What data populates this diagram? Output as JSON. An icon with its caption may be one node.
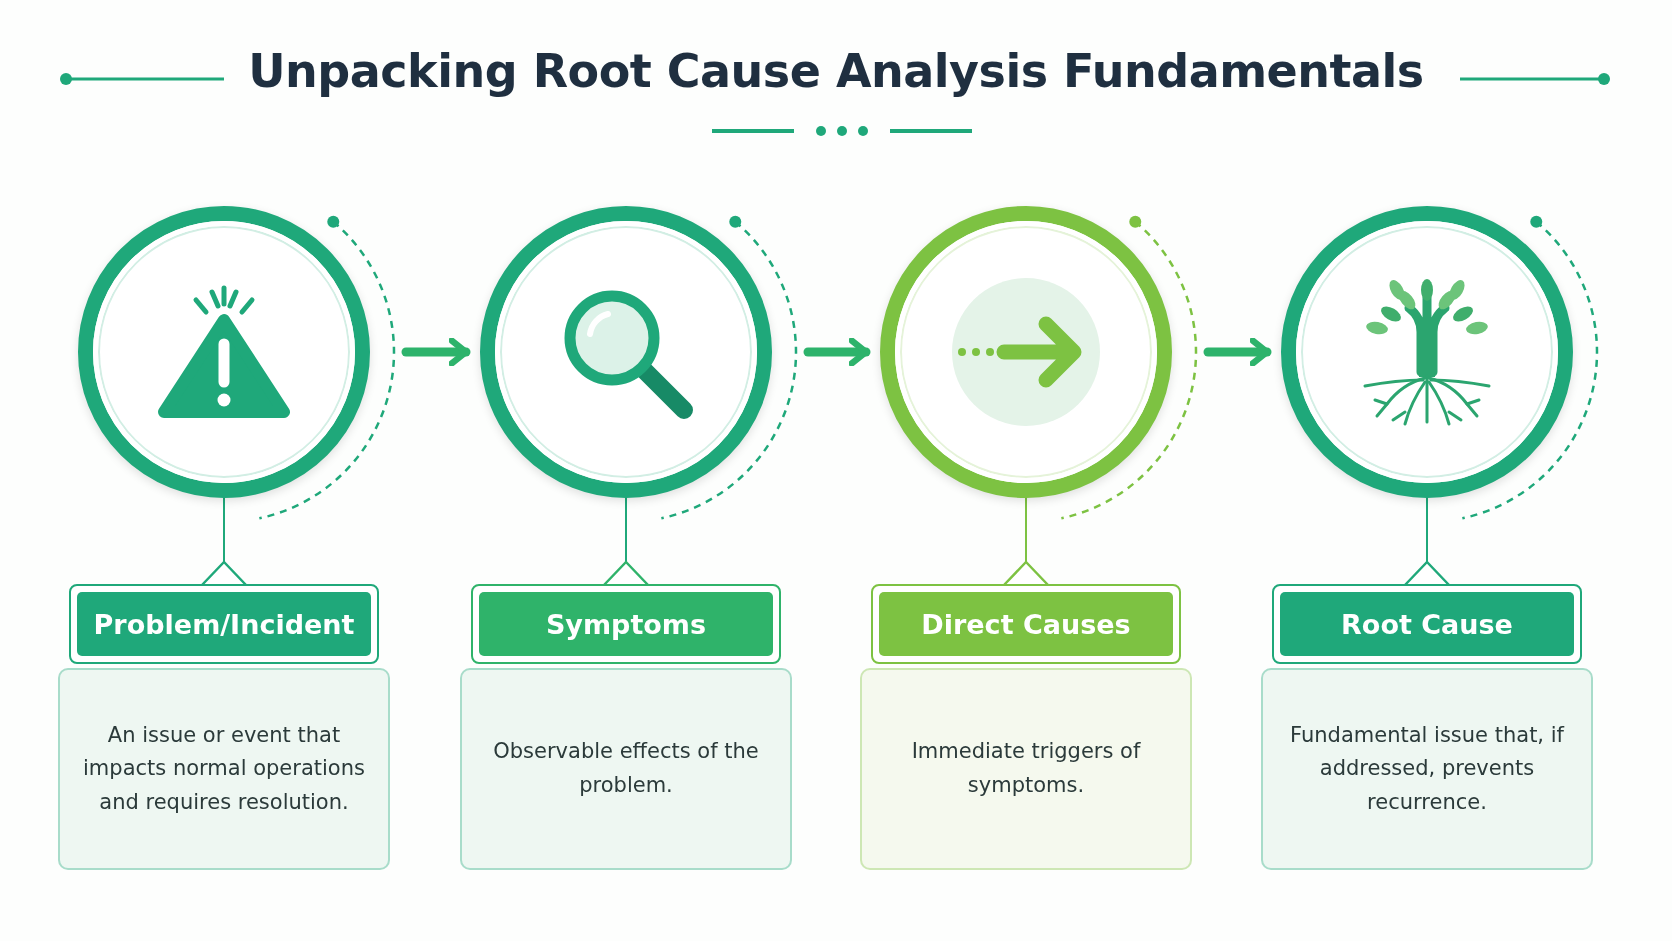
{
  "diagram": {
    "title": "Unpacking Root Cause Analysis Fundamentals",
    "nodes": [
      {
        "text": [],
        "shape": "circle"
      },
      {
        "text": [],
        "shape": "circle"
      },
      {
        "text": [],
        "shape": "circle"
      },
      {
        "text": [],
        "shape": "circle"
      },
      {
        "text": [
          "Problem/Incident"
        ]
      },
      {
        "text": [
          "Symptoms"
        ]
      },
      {
        "text": [
          "Direct Causes"
        ]
      },
      {
        "text": [
          "Root Cause"
        ]
      },
      {
        "text": [
          "An issue or event that impacts normal operations and requires resolution."
        ]
      },
      {
        "text": [
          "Observable effects of the problem."
        ]
      },
      {
        "text": [
          "Immediate triggers of symptoms."
        ]
      },
      {
        "text": [
          "Fundamental issue that, if addressed, prevents recurrence."
        ]
      }
    ],
    "edges": [
      {
        "from": 0,
        "to": 1,
        "arrow": "to",
        "style": "thick"
      },
      {
        "from": 1,
        "to": 2,
        "arrow": "to",
        "style": "thick"
      },
      {
        "from": 2,
        "to": 3,
        "arrow": "to",
        "style": "thick"
      },
      {
        "from": 0,
        "to": 4,
        "arrow": "none"
      },
      {
        "from": 1,
        "to": 5,
        "arrow": "none"
      },
      {
        "from": 2,
        "to": 6,
        "arrow": "none",
        "color": "#7dc242"
      },
      {
        "from": 3,
        "to": 7,
        "arrow": "none"
      }
    ]
  }
}
